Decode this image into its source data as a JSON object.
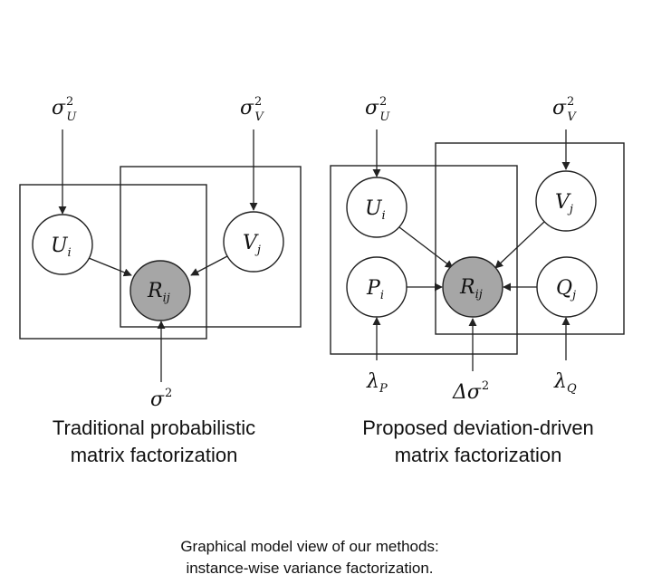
{
  "left_panel": {
    "caption_line1": "Traditional probabilistic",
    "caption_line2": "matrix factorization",
    "nodes": {
      "sigma_u": {
        "base": "σ",
        "sup": "2",
        "sub": "U"
      },
      "sigma_v": {
        "base": "σ",
        "sup": "2",
        "sub": "V"
      },
      "u": {
        "base": "U",
        "sub": "i"
      },
      "v": {
        "base": "V",
        "sub": "j"
      },
      "r": {
        "base": "R",
        "sub": "ij"
      },
      "sigma": {
        "base": "σ",
        "sup": "2"
      }
    }
  },
  "right_panel": {
    "caption_line1": "Proposed deviation-driven",
    "caption_line2": "matrix factorization",
    "nodes": {
      "sigma_u": {
        "base": "σ",
        "sup": "2",
        "sub": "U"
      },
      "sigma_v": {
        "base": "σ",
        "sup": "2",
        "sub": "V"
      },
      "u": {
        "base": "U",
        "sub": "i"
      },
      "v": {
        "base": "V",
        "sub": "j"
      },
      "p": {
        "base": "P",
        "sub": "i"
      },
      "q": {
        "base": "Q",
        "sub": "j"
      },
      "r": {
        "base": "R",
        "sub": "ij"
      },
      "lambda_p": {
        "base": "λ",
        "sub": "P"
      },
      "lambda_q": {
        "base": "λ",
        "sub": "Q"
      },
      "delta_sigma": {
        "base": "Δσ",
        "sup": "2"
      }
    }
  },
  "figure_caption": {
    "line1": "Graphical model view of our methods:",
    "line2": "instance-wise variance factorization."
  },
  "colors": {
    "observed_node_fill": "#a6a6a6",
    "stroke": "#222222"
  }
}
